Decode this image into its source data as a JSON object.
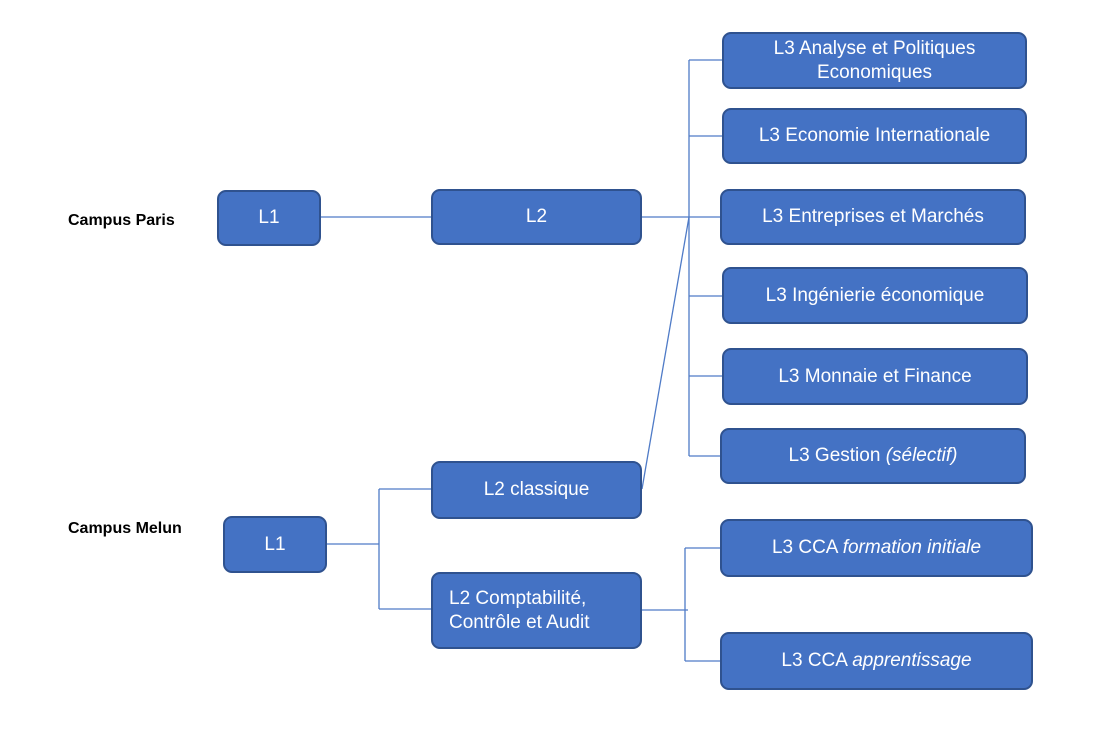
{
  "colors": {
    "box_fill": "#4472c4",
    "box_border": "#2f528f",
    "line": "#4f7bc7",
    "text": "#ffffff",
    "label": "#000000"
  },
  "campus_paris": {
    "label": "Campus Paris",
    "l1": "L1",
    "l2": "L2",
    "l3": [
      {
        "text": "L3 Analyse et Politiques Economiques",
        "italic": ""
      },
      {
        "text": "L3 Economie Internationale",
        "italic": ""
      },
      {
        "text": "L3 Entreprises et Marchés",
        "italic": ""
      },
      {
        "text": "L3 Ingénierie économique",
        "italic": ""
      },
      {
        "text": "L3 Monnaie et Finance",
        "italic": ""
      },
      {
        "text": "L3 Gestion ",
        "italic": "(sélectif)"
      }
    ]
  },
  "campus_melun": {
    "label": "Campus Melun",
    "l1": "L1",
    "l2_classique": "L2 classique",
    "l2_cca": "L2 Comptabilité, Contrôle et Audit",
    "l3_cca": [
      {
        "text": "L3 CCA ",
        "italic": "formation initiale"
      },
      {
        "text": "L3 CCA ",
        "italic": "apprentissage"
      }
    ]
  }
}
